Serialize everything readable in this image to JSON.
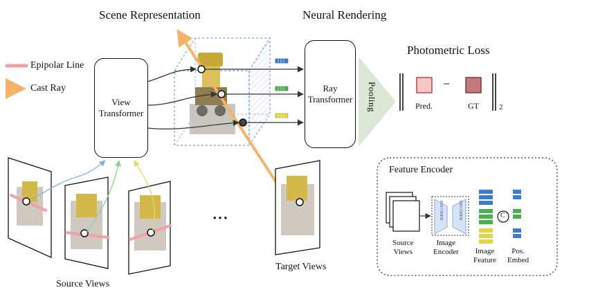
{
  "titles": {
    "scene_representation": "Scene Representation",
    "neural_rendering": "Neural Rendering",
    "photometric_loss": "Photometric Loss"
  },
  "legend": {
    "epipolar_line": "Epipolar Line",
    "cast_ray": "Cast Ray"
  },
  "blocks": {
    "view_transformer": "View\nTransformer",
    "ray_transformer": "Ray\nTransformer",
    "pooling": "Pooling"
  },
  "loss": {
    "pred_label": "Pred.",
    "gt_label": "GT",
    "minus": "−",
    "norm_subscript": "2"
  },
  "captions": {
    "source_views": "Source Views",
    "target_views": "Target Views",
    "ellipsis": "• • •"
  },
  "feature_encoder": {
    "title": "Feature Encoder",
    "source_views_label": "Source\nViews",
    "image_encoder_label": "Image\nEncoder",
    "encoder_text": "ENCODER",
    "decoder_text": "DECODER",
    "image_feature_label": "Image\nFeature",
    "pos_embed_label": "Pos.\nEmbed",
    "concat_symbol": "C"
  },
  "colors": {
    "epipolar": "#f2a0a6",
    "cast_ray": "#f5b26b",
    "ray_dashed_box": "#8fb0dd",
    "token_blue": "#3d7cc9",
    "token_green": "#4caf50",
    "token_yellow": "#e4d44a",
    "pred_fill": "#f4c6c6",
    "gt_fill": "#c47a7a",
    "loss_border": "#b03030",
    "pooling_fill": "#dbe8d6",
    "arrow_blue": "#8ab0e0",
    "arrow_green": "#8fd08f",
    "arrow_yellow": "#e0d870"
  }
}
